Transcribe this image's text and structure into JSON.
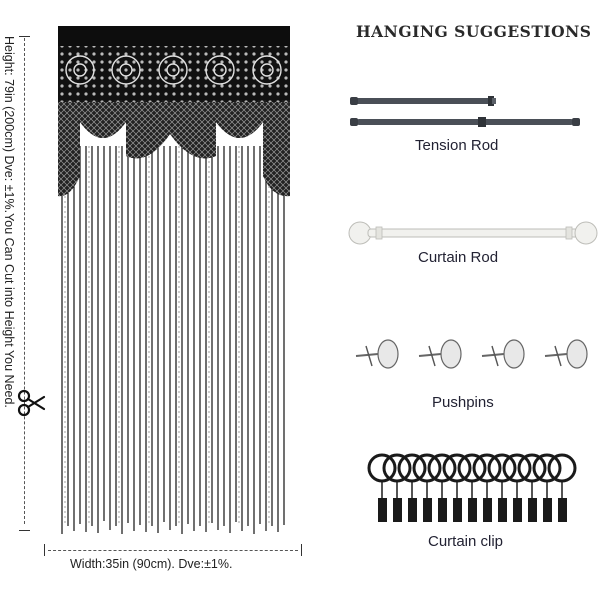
{
  "dimensions": {
    "height_text": "Height: 79in (200cm) Dve: ±1%.You Can Cut into Height You Need.",
    "width_text": "Width:35in (90cm). Dve:±1%."
  },
  "suggestions": {
    "title": "HANGING SUGGESTIONS",
    "items": [
      {
        "label": "Tension Rod"
      },
      {
        "label": "Curtain Rod"
      },
      {
        "label": "Pushpins"
      },
      {
        "label": "Curtain clip"
      }
    ]
  },
  "icons": [
    "scissors-icon",
    "tension-rod-image",
    "curtain-rod-image",
    "pushpins-image",
    "curtain-clips-image",
    "curtain-image"
  ],
  "colors": {
    "curtain": "#111111",
    "rod": "#4a4f57",
    "white_rod": "#f1f1ee",
    "clip": "#1a1a1a"
  }
}
